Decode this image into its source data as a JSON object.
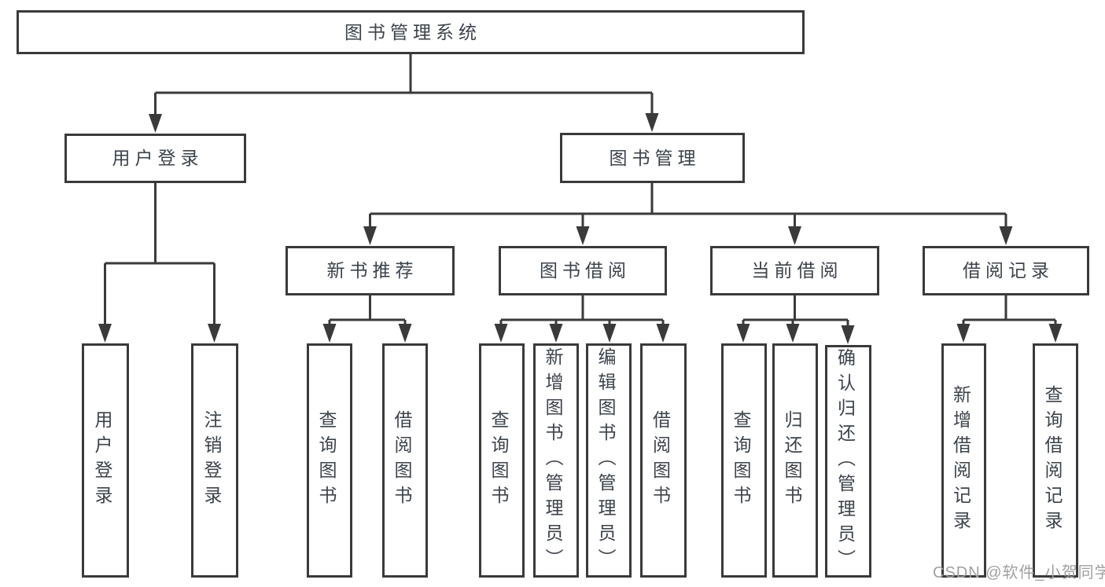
{
  "tree": {
    "root": {
      "label": "图书管理系统"
    },
    "branches": [
      {
        "label": "用户登录",
        "children": [
          {
            "label": "用户登录"
          },
          {
            "label": "注销登录"
          }
        ]
      },
      {
        "label": "图书管理",
        "children": [
          {
            "label": "新书推荐",
            "children": [
              {
                "label": "查询图书"
              },
              {
                "label": "借阅图书"
              }
            ]
          },
          {
            "label": "图书借阅",
            "children": [
              {
                "label": "查询图书"
              },
              {
                "label": "新增图书（管理员）"
              },
              {
                "label": "编辑图书（管理员）"
              },
              {
                "label": "借阅图书"
              }
            ]
          },
          {
            "label": "当前借阅",
            "children": [
              {
                "label": "查询图书"
              },
              {
                "label": "归还图书"
              },
              {
                "label": "确认归还（管理员）"
              }
            ]
          },
          {
            "label": "借阅记录",
            "children": [
              {
                "label": "新增借阅记录"
              },
              {
                "label": "查询借阅记录"
              }
            ]
          }
        ]
      }
    ]
  },
  "watermark": {
    "text": "CSDN @软件_小贺同学"
  },
  "colors": {
    "line": "#3a3a3a",
    "text": "#3d434b",
    "watermark": "#a0a0a0",
    "background": "#ffffff"
  }
}
